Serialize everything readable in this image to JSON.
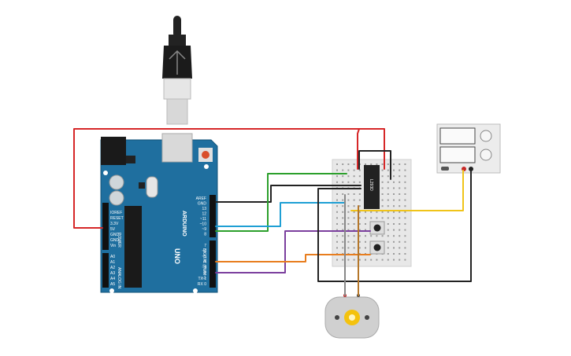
{
  "board": {
    "name": "ARDUINO",
    "model": "UNO",
    "power_header_title": "POWER",
    "analog_header_title": "ANALOG IN",
    "digital_header_title": "DIGITAL (PWM~)",
    "power_pins": [
      "IOREF",
      "RESET",
      "3.3V",
      "5V",
      "GND",
      "GND",
      "Vin"
    ],
    "analog_pins": [
      "A0",
      "A1",
      "A2",
      "A3",
      "A4",
      "A5"
    ],
    "top_header_pins": [
      "AREF",
      "GND",
      "13",
      "12",
      "~11",
      "~10",
      "~9",
      "8"
    ],
    "bottom_header_pins": [
      "7",
      "~6",
      "~5",
      "4",
      "~3",
      "2",
      "TX 1",
      "RX 0"
    ],
    "header_prefix": "TX\nRX",
    "on_label": "ON"
  },
  "driver_ic": {
    "label": "L293D"
  },
  "power_supply": {
    "label": ""
  },
  "colors": {
    "board_blue": "#1f6f9f",
    "wire_red": "#d62728",
    "wire_black": "#222222",
    "wire_green": "#2ca02c",
    "wire_blue": "#1f9fd4",
    "wire_purple": "#7b3f9e",
    "wire_orange": "#e87d1e",
    "wire_yellow": "#f0c419",
    "wire_gray": "#888888"
  },
  "icons": [
    "usb-cable-icon",
    "motor-icon",
    "power-supply-icon",
    "push-button-icon"
  ]
}
